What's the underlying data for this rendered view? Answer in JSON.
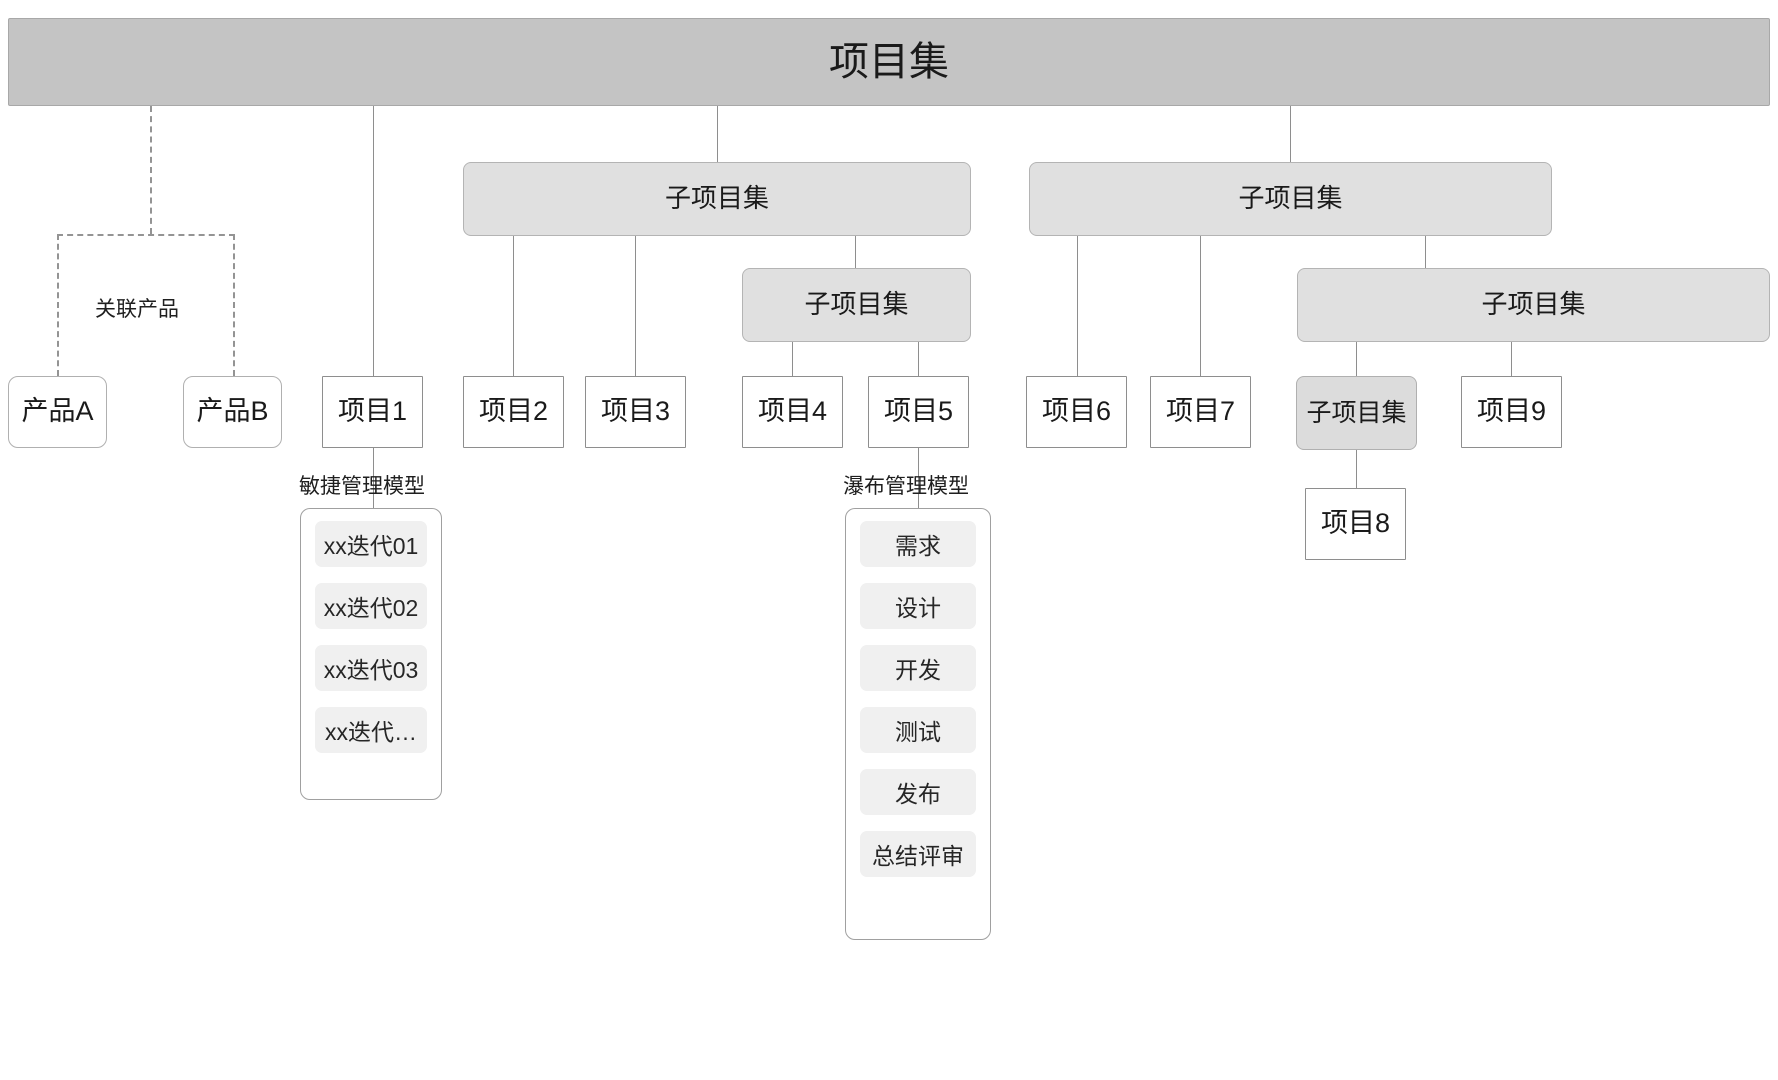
{
  "diagram": {
    "title": "项目集",
    "root": {
      "label": "项目集"
    },
    "association_label": "关联产品",
    "products": [
      {
        "label": "产品A"
      },
      {
        "label": "产品B"
      }
    ],
    "subprograms": {
      "mid_level2": "子项目集",
      "mid_level3": "子项目集",
      "right_level2": "子项目集",
      "right_level3": "子项目集",
      "right_level4_leaf": "子项目集"
    },
    "projects": [
      {
        "label": "项目1"
      },
      {
        "label": "项目2"
      },
      {
        "label": "项目3"
      },
      {
        "label": "项目4"
      },
      {
        "label": "项目5"
      },
      {
        "label": "项目6"
      },
      {
        "label": "项目7"
      },
      {
        "label": "项目8"
      },
      {
        "label": "项目9"
      }
    ],
    "models": [
      {
        "name": "敏捷管理模型",
        "owner": "项目1",
        "phases": [
          "xx迭代01",
          "xx迭代02",
          "xx迭代03",
          "xx迭代…"
        ]
      },
      {
        "name": "瀑布管理模型",
        "owner": "项目5",
        "phases": [
          "需求",
          "设计",
          "开发",
          "测试",
          "发布",
          "总结评审"
        ]
      }
    ]
  },
  "colors": {
    "program_fill": "#c4c4c4",
    "subprogram_fill": "#e0e0e0",
    "subprogram_leaf_fill": "#dcdcdc",
    "project_fill": "#ffffff",
    "phase_fill": "#f0f0f0",
    "line": "#8e8e8e",
    "dashed_line": "#949494"
  }
}
